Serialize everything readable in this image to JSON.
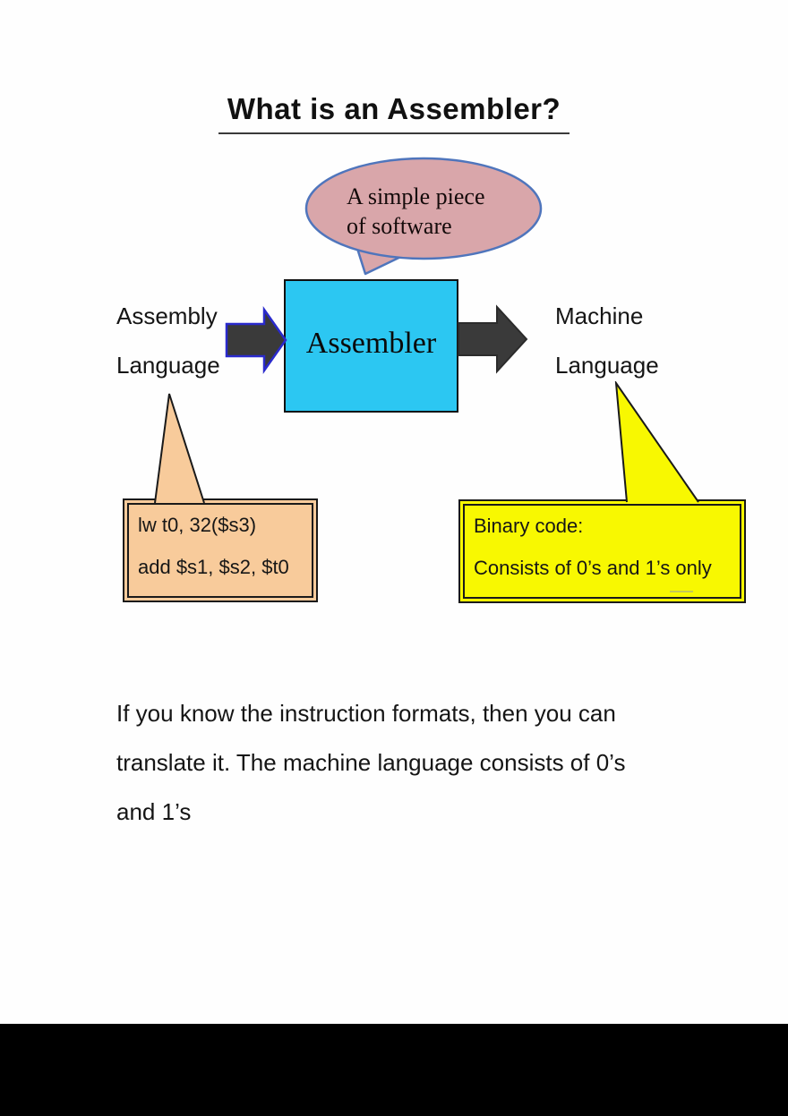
{
  "title": "What is an Assembler?",
  "speech_bubble": {
    "lines": [
      "A simple piece",
      "of software"
    ],
    "fill": "#d9a6aa",
    "stroke": "#4f75bc"
  },
  "assembler_box": {
    "label": "Assembler",
    "fill": "#2cc7f2",
    "stroke": "#111111"
  },
  "flow": {
    "left_label": {
      "line1": "Assembly",
      "line2": "Language"
    },
    "right_label": {
      "line1": "Machine",
      "line2": "Language"
    },
    "arrow_fill": "#3a3a3a",
    "left_arrow_stroke": "#2a2acc",
    "right_arrow_stroke": "#2b2b2b"
  },
  "code_callout": {
    "line1": "lw t0, 32($s3)",
    "line2": "add $s1, $s2, $t0",
    "fill": "#f8cb9b",
    "stroke": "#1a1a1a"
  },
  "binary_callout": {
    "line1": "Binary code:",
    "line2": "Consists of 0’s and 1’s only",
    "fill": "#f8f801",
    "stroke": "#1a1a1a"
  },
  "paragraph": {
    "line1": "If you know the instruction formats, then you can",
    "line2": "translate it. The machine language consists of 0’s",
    "line3": "and 1’s"
  },
  "footer_bar": {
    "color": "#000000"
  }
}
